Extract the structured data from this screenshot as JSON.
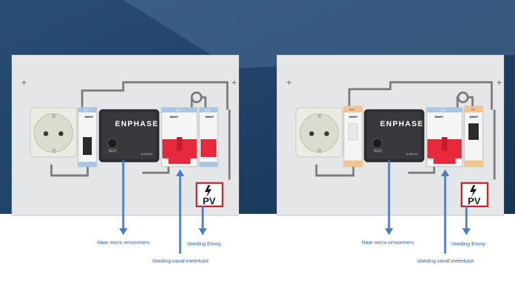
{
  "colors": {
    "background_navy": "#1d3f63",
    "panel": "#e4e6e8",
    "wire": "#7a7a7a",
    "arrow": "#4a7cc6",
    "annotation": "#2d5fa8",
    "breaker_red": "#e8283b",
    "pv_border": "#c0262a",
    "breaker_label_blue": "#a9c6e6",
    "breaker_label_orange": "#f1c58c"
  },
  "icons": [
    "socket-icon",
    "lightning-icon",
    "test-button-icon",
    "meter-loop-icon"
  ],
  "left": {
    "enphase": "ENPHASE",
    "test": "TEST",
    "q_relay": "Q-RELAY",
    "breaker1_brand": "EMAT",
    "breaker2_brand": "EMAT",
    "breaker3_brand": "EMAT",
    "rating1": "16A",
    "rating2": "40A",
    "rating3": "16A",
    "pv": "PV",
    "label_micro": "Naar micro omvormers",
    "label_envoy": "Voeding Envoy",
    "label_meter": "Voeding vanaf meterkast"
  },
  "right": {
    "enphase": "ENPHASE",
    "test": "TEST",
    "q_relay": "Q-RELAY",
    "breaker1_brand": "EMAT",
    "breaker2_brand": "EMAT",
    "breaker3_brand": "EMAT",
    "rating1": "16A",
    "rating2": "40A",
    "rating3": "2A",
    "pv": "PV",
    "label_micro": "Naar micro omvormers",
    "label_envoy": "Voeding Envoy",
    "label_meter": "Voeding vanaf meterkast"
  }
}
